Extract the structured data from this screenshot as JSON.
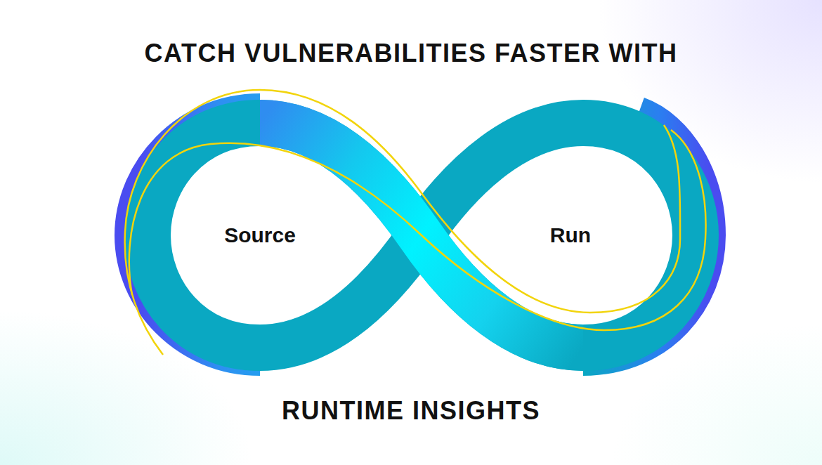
{
  "diagram": {
    "title": "CATCH VULNERABILITIES FASTER WITH",
    "caption": "RUNTIME INSIGHTS",
    "labels": [
      "Source",
      "Run"
    ]
  }
}
